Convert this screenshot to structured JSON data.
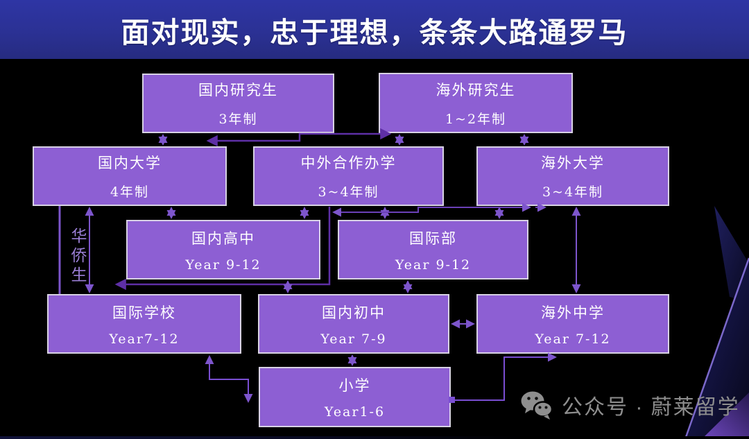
{
  "title": {
    "text": "面对现实，忠于理想，条条大路通罗马"
  },
  "colors": {
    "background": "#000000",
    "title_bg": "#2b3194",
    "title_text": "#ffffff",
    "box_fill": "#8d5fd3",
    "box_border": "#d8d2e4",
    "arrow_mid": "#7d55cc",
    "arrow_dark": "#5e2fa6",
    "side_label_text": "#9b7fd6",
    "watermark_gray": "#8e8e8e"
  },
  "nodes": [
    {
      "id": "domestic-graduate",
      "label": "国内研究生",
      "sub": "3年制"
    },
    {
      "id": "overseas-graduate",
      "label": "海外研究生",
      "sub": "1~2年制"
    },
    {
      "id": "domestic-university",
      "label": "国内大学",
      "sub": "4年制"
    },
    {
      "id": "sino-foreign-program",
      "label": "中外合作办学",
      "sub": "3~4年制"
    },
    {
      "id": "overseas-university",
      "label": "海外大学",
      "sub": "3~4年制"
    },
    {
      "id": "domestic-high-school",
      "label": "国内高中",
      "sub": "Year 9-12"
    },
    {
      "id": "international-division",
      "label": "国际部",
      "sub": "Year 9-12"
    },
    {
      "id": "international-school",
      "label": "国际学校",
      "sub": "Year7-12"
    },
    {
      "id": "domestic-middle-school",
      "label": "国内初中",
      "sub": "Year 7-9"
    },
    {
      "id": "overseas-secondary",
      "label": "海外中学",
      "sub": "Year 7-12"
    },
    {
      "id": "primary-school",
      "label": "小学",
      "sub": "Year1-6"
    }
  ],
  "side_label": {
    "text": "华侨生"
  },
  "connectors": [
    {
      "from": "国内大学",
      "to": "国内研究生",
      "type": "double-arrow"
    },
    {
      "from": "中外合作办学",
      "to": "海外研究生",
      "type": "double-arrow"
    },
    {
      "from": "海外大学",
      "to": "海外研究生",
      "type": "double-arrow"
    },
    {
      "from": "国内大学",
      "to": "海外研究生",
      "type": "elbow-double-arrow"
    },
    {
      "from": "国内高中",
      "to": "国内大学",
      "type": "double-arrow"
    },
    {
      "from": "国内高中",
      "to": "中外合作办学",
      "type": "double-arrow"
    },
    {
      "from": "国际部",
      "to": "中外合作办学",
      "type": "double-arrow"
    },
    {
      "from": "国际部",
      "to": "海外大学",
      "type": "double-arrow"
    },
    {
      "from": "国内高中",
      "to": "海外大学",
      "type": "elbow-double-arrow"
    },
    {
      "from": "国际学校",
      "to": "国内大学",
      "type": "double-arrow",
      "label": "华侨生"
    },
    {
      "from": "国际学校",
      "to": "国内大学",
      "type": "line"
    },
    {
      "from": "中外合作办学",
      "to": "国际学校",
      "type": "elbow-arrow"
    },
    {
      "from": "国内初中",
      "to": "国内高中",
      "type": "double-arrow"
    },
    {
      "from": "国内初中",
      "to": "国际部",
      "type": "double-arrow"
    },
    {
      "from": "海外中学",
      "to": "海外大学",
      "type": "double-arrow"
    },
    {
      "from": "国内初中",
      "to": "海外中学",
      "type": "double-arrow"
    },
    {
      "from": "小学",
      "to": "国内初中",
      "type": "double-arrow"
    },
    {
      "from": "小学",
      "to": "国际学校",
      "type": "elbow-double-arrow"
    },
    {
      "from": "小学",
      "to": "海外中学",
      "type": "elbow-arrow"
    }
  ],
  "watermark": {
    "text": "公众号 · 蔚莱留学",
    "icon": "wechat-icon"
  }
}
